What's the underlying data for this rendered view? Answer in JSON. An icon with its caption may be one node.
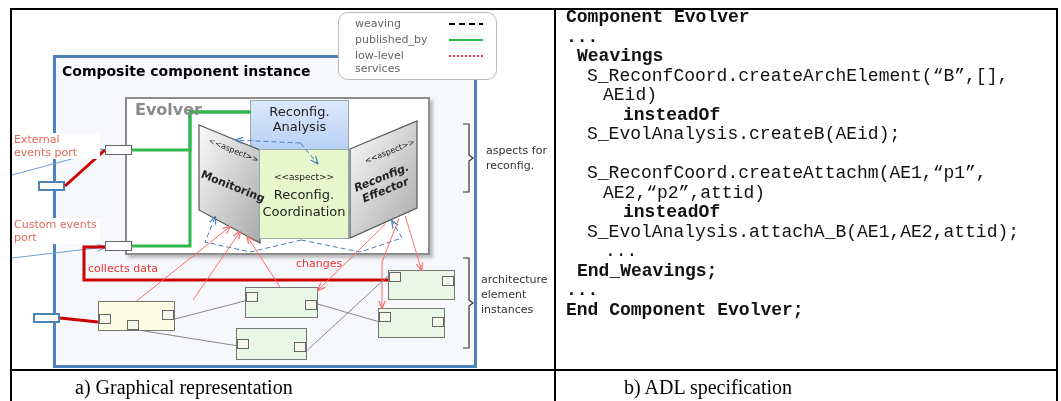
{
  "diagram": {
    "nodes": [
      {
        "text": [
          "Composite component instance"
        ]
      },
      {
        "text": [
          "Evolver"
        ],
        "in": 0
      },
      {
        "text": [
          "Reconfig. Analysis"
        ],
        "in": 1
      },
      {
        "text": [
          "<<aspect>>",
          "Monitoring"
        ],
        "in": 1
      },
      {
        "text": [
          "<<aspect>>",
          "Reconfig. Coordination"
        ],
        "in": 1
      },
      {
        "text": [
          "<<aspect>>",
          "Reconfig. Effector"
        ],
        "in": 1
      },
      {
        "text": [],
        "shape": "box"
      },
      {
        "text": [],
        "shape": "box",
        "in": 0
      },
      {
        "text": [],
        "shape": "box"
      },
      {
        "text": [],
        "shape": "box",
        "in": 0
      },
      {
        "text": [],
        "shape": "box",
        "in": 0
      },
      {
        "text": [],
        "shape": "box",
        "in": 0
      },
      {
        "text": [],
        "shape": "box",
        "in": 0
      },
      {
        "text": [],
        "shape": "box",
        "in": 0
      },
      {
        "text": [],
        "shape": "box",
        "in": 0
      }
    ],
    "edges": [
      {
        "from": null,
        "to": 7,
        "arrow": "to",
        "color": "#6fa0d8",
        "label": "External events port"
      },
      {
        "from": null,
        "to": 9,
        "arrow": "to",
        "color": "#6fa0d8",
        "label": "Custom events port"
      },
      {
        "from": 6,
        "to": 7,
        "arrow": "none",
        "style": "thick",
        "color": "#cc0000"
      },
      {
        "from": 8,
        "to": 10,
        "arrow": "none",
        "style": "thick",
        "color": "#cc0000"
      },
      {
        "from": 9,
        "to": 13,
        "arrow": "none",
        "style": "thick",
        "color": "#cc0000"
      },
      {
        "from": 7,
        "to": 2,
        "arrow": "none",
        "style": "thick",
        "color": "#2eb84f"
      },
      {
        "from": 9,
        "to": 2,
        "arrow": "none",
        "style": "thick",
        "color": "#2eb84f"
      },
      {
        "from": 2,
        "to": 3,
        "arrow": "to",
        "style": "dashed",
        "color": "#4a7ebb"
      },
      {
        "from": 2,
        "to": 4,
        "arrow": "to",
        "style": "dashed",
        "color": "#4a7ebb"
      },
      {
        "from": 4,
        "to": 3,
        "arrow": "to",
        "style": "dashed",
        "color": "#4a7ebb"
      },
      {
        "from": 4,
        "to": 5,
        "arrow": "to",
        "style": "dashed",
        "color": "#4a7ebb"
      },
      {
        "from": 10,
        "to": 3,
        "arrow": "to"
      },
      {
        "from": null,
        "to": 3,
        "arrow": "to"
      },
      {
        "from": 11,
        "to": 3,
        "arrow": "to"
      },
      {
        "from": 5,
        "to": 11,
        "arrow": "to"
      },
      {
        "from": 5,
        "to": 13,
        "arrow": "to"
      },
      {
        "from": 5,
        "to": 14,
        "arrow": "to"
      },
      {
        "from": 10,
        "to": 11,
        "arrow": "none",
        "color": "#888888"
      },
      {
        "from": 10,
        "to": 12,
        "arrow": "none",
        "color": "#888888"
      },
      {
        "from": 11,
        "to": 14,
        "arrow": "none",
        "color": "#888888"
      },
      {
        "from": 12,
        "to": 13,
        "arrow": "none",
        "color": "#888888"
      }
    ],
    "labels": [
      "aspects for reconfig.",
      "architecture element instances",
      "collects data",
      "changes",
      "Component Evolver",
      "...",
      "Weavings",
      "S_ReconfCoord.createArchElement(“B”,[], AEid)",
      "insteadOf",
      "S_EvolAnalysis.createB(AEid);",
      "S_ReconfCoord.createAttachm(AE1,“p1”, AE2,“p2”,attid)",
      "insteadOf",
      "S_EvolAnalysis.attachA_B(AE1,AE2,attid);",
      "...",
      "End_Weavings;",
      "...",
      "End Component Evolver;",
      "a) Graphical representation",
      "b) ADL specification"
    ],
    "legend": [
      {
        "text": "weaving"
      },
      {
        "text": "published_by"
      },
      {
        "text": "low-level services"
      }
    ]
  }
}
